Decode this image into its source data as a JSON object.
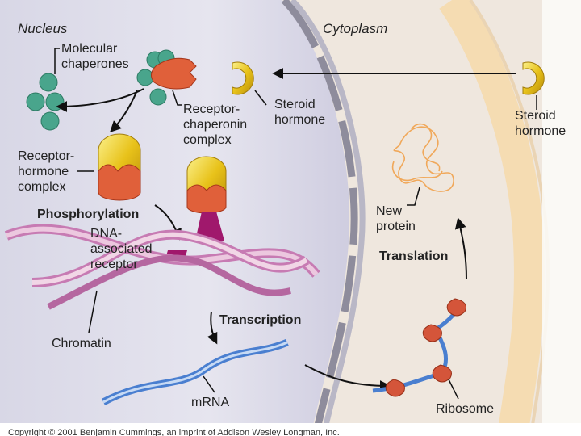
{
  "regions": {
    "nucleus": "Nucleus",
    "cytoplasm": "Cytoplasm"
  },
  "labels": {
    "molecular_chaperones": "Molecular\nchaperones",
    "steroid_hormone_membrane": "Steroid\nhormone",
    "steroid_hormone_outside": "Steroid\nhormone",
    "receptor_chaperonin_complex": "Receptor-\nchaperonin\ncomplex",
    "receptor_hormone_complex": "Receptor-\nhormone\ncomplex",
    "phosphorylation": "Phosphorylation",
    "dna_associated_receptor": "DNA-\nassociated\nreceptor",
    "chromatin": "Chromatin",
    "transcription": "Transcription",
    "mrna": "mRNA",
    "new_protein": "New\nprotein",
    "translation": "Translation",
    "ribosome": "Ribosome"
  },
  "copyright": "Copyright © 2001 Benjamin Cummings, an imprint of Addison Wesley Longman, Inc.",
  "colors": {
    "nucleus_bg": "#e4e3ee",
    "cytoplasm_bg": "#efe7de",
    "membrane_band": "#f3ddb8",
    "chaperone": "#49a58c",
    "hormone": "#e8c21a",
    "receptor": "#e0603a",
    "dna_anchor": "#a0186c",
    "chromatin": "#c77bb3",
    "mrna": "#4a7fd0",
    "ribosome": "#d4553a",
    "new_protein": "#f0a85a"
  }
}
